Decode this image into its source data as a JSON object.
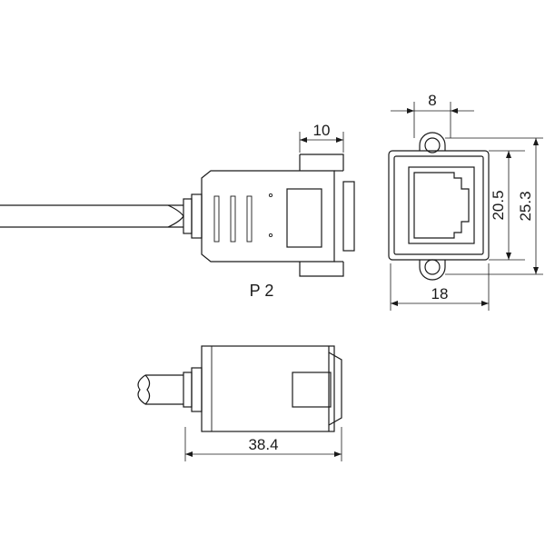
{
  "drawing": {
    "label": "P 2",
    "dimensions": {
      "flange_depth": "10",
      "hole_spacing": "8",
      "width": "18",
      "opening_height": "20.5",
      "overall_height": "25.3",
      "overall_length": "38.4"
    }
  }
}
